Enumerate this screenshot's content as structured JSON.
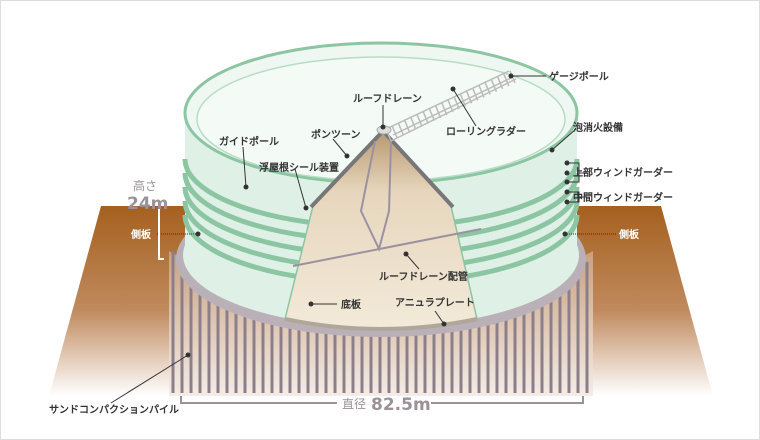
{
  "labels": {
    "gauge_pole": "ゲージポール",
    "roof_drain": "ルーフドレーン",
    "rolling_ladder": "ローリングラダー",
    "foam_fire": "泡消火設備",
    "upper_wind_girder": "上部ウィンドガーダー",
    "middle_wind_girder": "中間ウィンドガーダー",
    "shell_right": "側板",
    "shell_left": "側板",
    "guide_pole": "ガイドポール",
    "pontoon": "ポンツーン",
    "roof_seal": "浮屋根シール装置",
    "roof_drain_pipe": "ルーフドレーン配管",
    "bottom_plate": "底板",
    "annular_plate": "アニュラプレート",
    "sand_pile": "サンドコンパクションパイル"
  },
  "dimensions": {
    "height_label": "高さ",
    "height_value": "24m",
    "diameter_label": "直径",
    "diameter_value": "82.5m"
  },
  "colors": {
    "ground": "#a5601e",
    "shell": "#dff0e6",
    "girder": "#8cc5a2",
    "floor": "#efe3cf",
    "pile": "#8c7f8a"
  }
}
